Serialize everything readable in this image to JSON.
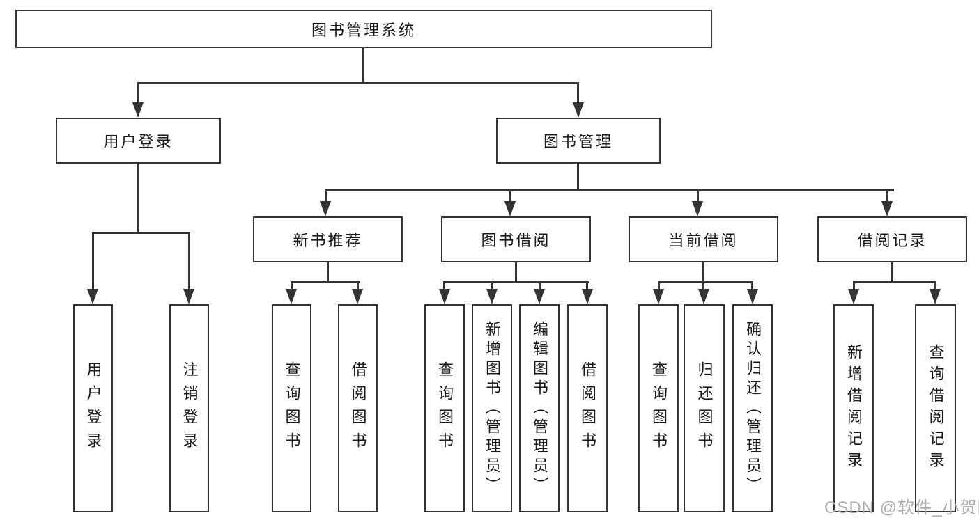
{
  "diagram": {
    "type": "hierarchy-tree",
    "title": "图书管理系统",
    "colors": {
      "line": "#343434",
      "text": "#1a1a1a",
      "background": "#ffffff",
      "watermark": "#adadad"
    },
    "nodes": {
      "root": {
        "label": "图书管理系统"
      },
      "userLogin": {
        "label": "用户登录"
      },
      "bookMgmt": {
        "label": "图书管理"
      },
      "newBookRec": {
        "label": "新书推荐"
      },
      "bookBorrow": {
        "label": "图书借阅"
      },
      "currentBorrow": {
        "label": "当前借阅"
      },
      "borrowRecords": {
        "label": "借阅记录"
      },
      "leafUserLogin": {
        "label": "用户登录"
      },
      "leafLogout": {
        "label": "注销登录"
      },
      "leafQueryBooksA": {
        "label": "查询图书"
      },
      "leafBorrowBooksA": {
        "label": "借阅图书"
      },
      "leafQueryBooksB": {
        "label": "查询图书"
      },
      "leafAddBooks": {
        "label": "新增图书（管理员）"
      },
      "leafEditBooks": {
        "label": "编辑图书（管理员）"
      },
      "leafBorrowBooksB": {
        "label": "借阅图书"
      },
      "leafQueryBooksC": {
        "label": "查询图书"
      },
      "leafReturnBooks": {
        "label": "归还图书"
      },
      "leafConfirmReturn": {
        "label": "确认归还（管理员）"
      },
      "leafAddBorrowRecord": {
        "label": "新增借阅记录"
      },
      "leafQueryBorrowRecord": {
        "label": "查询借阅记录"
      }
    },
    "structure": {
      "图书管理系统": {
        "用户登录": [
          "用户登录",
          "注销登录"
        ],
        "图书管理": {
          "新书推荐": [
            "查询图书",
            "借阅图书"
          ],
          "图书借阅": [
            "查询图书",
            "新增图书（管理员）",
            "编辑图书（管理员）",
            "借阅图书"
          ],
          "当前借阅": [
            "查询图书",
            "归还图书",
            "确认归还（管理员）"
          ],
          "借阅记录": [
            "新增借阅记录",
            "查询借阅记录"
          ]
        }
      }
    }
  },
  "watermark": {
    "text": "CSDN @软件_小贺同学"
  }
}
